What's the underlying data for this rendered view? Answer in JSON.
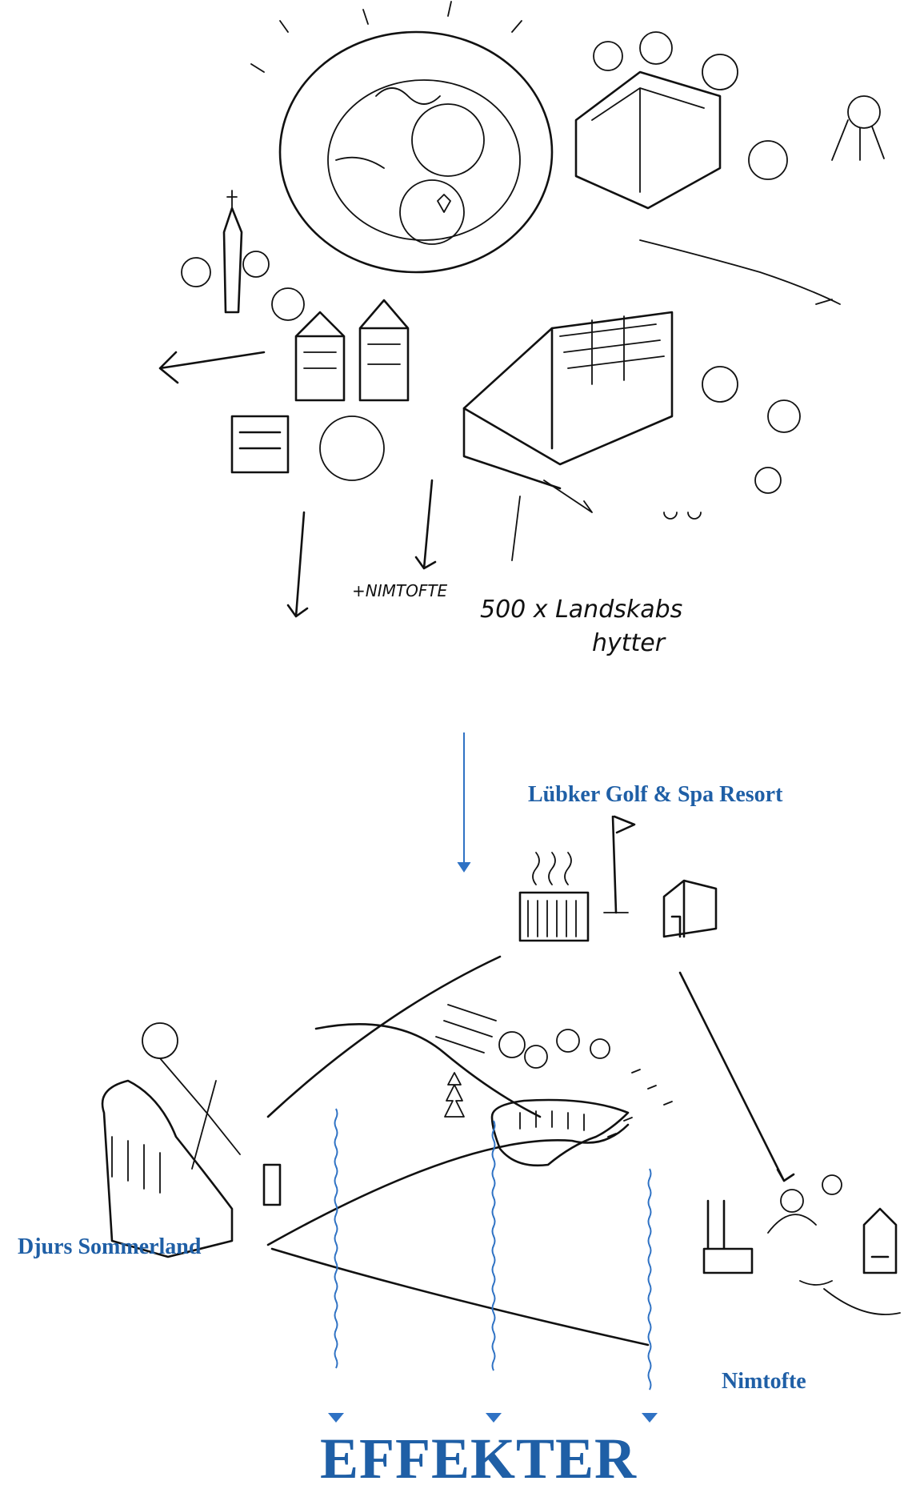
{
  "top_sketch": {
    "note_place": "+NIMTOFTE",
    "note_line1": "500 x Landskabs",
    "note_line2": "hytter"
  },
  "labels": {
    "resort": "Lübker Golf & Spa Resort",
    "park": "Djurs Sommerland",
    "town": "Nimtofte"
  },
  "footer": {
    "title": "EFFEKTER"
  },
  "colors": {
    "accent": "#1f5fa6",
    "arrow": "#2f72c4",
    "ink": "#111111"
  }
}
